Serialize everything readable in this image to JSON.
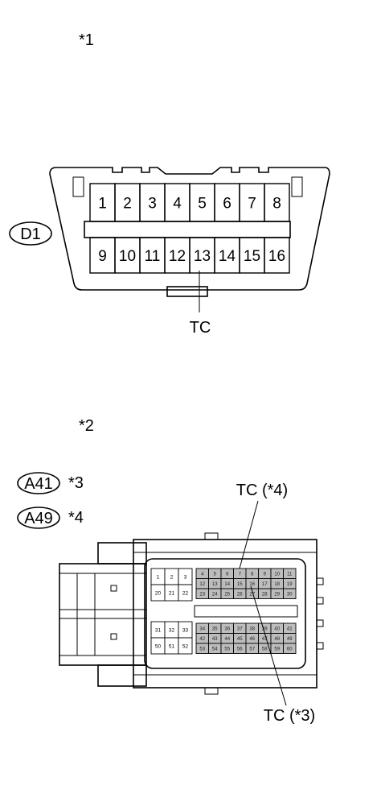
{
  "labels": {
    "note1": "*1",
    "note2": "*2",
    "d1": "D1",
    "tc_dlc": "TC",
    "a41": "A41",
    "a41_note": "*3",
    "a49": "A49",
    "a49_note": "*4",
    "tc4": "TC (*4)",
    "tc3": "TC (*3)"
  },
  "dlc_pins_top": [
    "1",
    "2",
    "3",
    "4",
    "5",
    "6",
    "7",
    "8"
  ],
  "dlc_pins_bottom": [
    "9",
    "10",
    "11",
    "12",
    "13",
    "14",
    "15",
    "16"
  ],
  "ecu": {
    "left_top": [
      "1",
      "2",
      "3",
      "20",
      "21",
      "22"
    ],
    "left_bottom": [
      "31",
      "32",
      "33",
      "50",
      "51",
      "52"
    ],
    "right_top": [
      "4",
      "5",
      "6",
      "7",
      "8",
      "9",
      "10",
      "11",
      "12",
      "13",
      "14",
      "15",
      "16",
      "17",
      "18",
      "19",
      "23",
      "24",
      "25",
      "26",
      "27",
      "28",
      "29",
      "30"
    ],
    "right_bottom": [
      "34",
      "35",
      "36",
      "37",
      "38",
      "39",
      "40",
      "41",
      "42",
      "43",
      "44",
      "45",
      "46",
      "47",
      "48",
      "49",
      "53",
      "54",
      "55",
      "56",
      "57",
      "58",
      "59",
      "60"
    ]
  }
}
